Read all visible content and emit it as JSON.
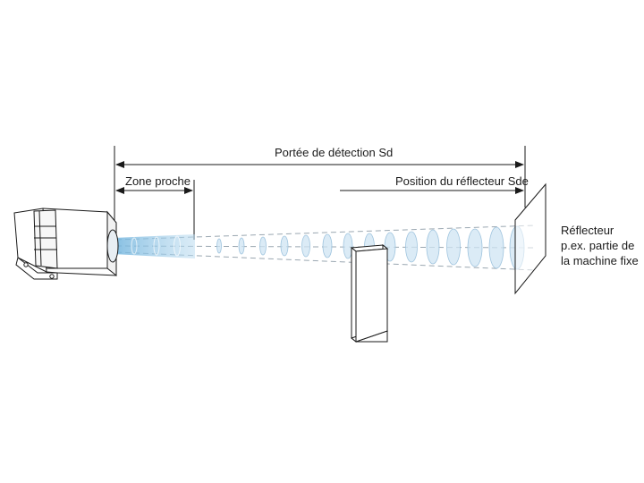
{
  "labels": {
    "detection_range": "Portée de détection Sd",
    "near_zone": "Zone proche",
    "reflector_position": "Position du réflecteur Sde",
    "reflector": [
      "Réflecteur",
      "p.ex. partie de",
      "la machine fixe"
    ]
  },
  "colors": {
    "line": "#1a1a1a",
    "beam": "#7fb8dc",
    "dashed": "#9aa7b1"
  }
}
